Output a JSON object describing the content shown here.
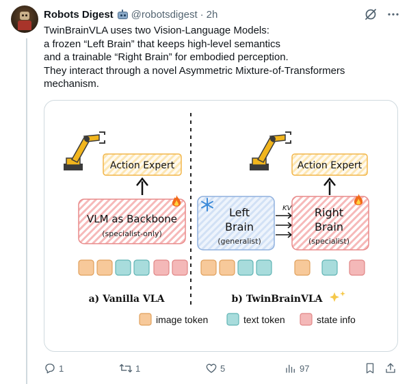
{
  "author": {
    "display_name": "Robots Digest",
    "handle": "@robotsdigest",
    "time": "2h",
    "separator": "·"
  },
  "tweet": {
    "lines": [
      "TwinBrainVLA uses two Vision-Language Models:",
      "a frozen “Left Brain” that keeps high-level semantics",
      "and a trainable “Right Brain” for embodied perception.",
      "They interact through a novel Asymmetric Mixture-of-Transformers",
      "mechanism."
    ]
  },
  "figure": {
    "left": {
      "action_expert": "Action Expert",
      "backbone_title": "VLM as Backbone",
      "backbone_sub": "(specialist-only)",
      "caption": "a) Vanilla VLA"
    },
    "right": {
      "action_expert": "Action Expert",
      "left_brain_1": "Left",
      "left_brain_2": "Brain",
      "left_brain_sub": "(generalist)",
      "right_brain_1": "Right",
      "right_brain_2": "Brain",
      "right_brain_sub": "(specialist)",
      "kv_label": "KV",
      "caption": "b) TwinBrainVLA"
    },
    "legend": {
      "image": "image token",
      "text": "text token",
      "state": "state info"
    },
    "colors": {
      "image_token": "#f7c99a",
      "text_token": "#a8dcdc",
      "state_token": "#f4b8b8",
      "backbone_stripe": "#f2a7a7",
      "left_brain_fill": "#dce8f8",
      "action_fill": "#fdf3d6"
    }
  },
  "actions": {
    "replies": "1",
    "reposts": "1",
    "likes": "5",
    "views": "97"
  }
}
